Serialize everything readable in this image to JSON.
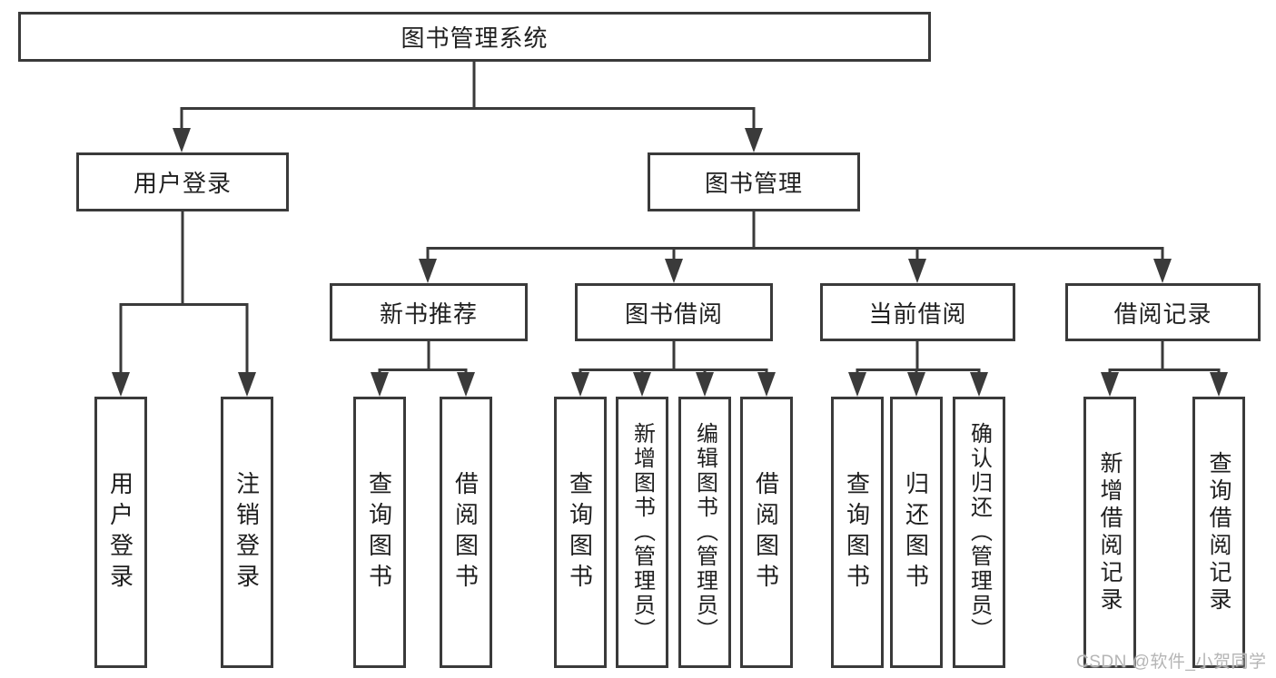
{
  "diagram": {
    "root": {
      "label": "图书管理系统"
    },
    "branches": [
      {
        "label": "用户登录",
        "children": [
          {
            "label": "用户登录"
          },
          {
            "label": "注销登录"
          }
        ]
      },
      {
        "label": "图书管理",
        "children": [
          {
            "label": "新书推荐",
            "children": [
              {
                "label": "查询图书"
              },
              {
                "label": "借阅图书"
              }
            ]
          },
          {
            "label": "图书借阅",
            "children": [
              {
                "label": "查询图书"
              },
              {
                "label": "新增图书（管理员）"
              },
              {
                "label": "编辑图书（管理员）"
              },
              {
                "label": "借阅图书"
              }
            ]
          },
          {
            "label": "当前借阅",
            "children": [
              {
                "label": "查询图书"
              },
              {
                "label": "归还图书"
              },
              {
                "label": "确认归还（管理员）"
              }
            ]
          },
          {
            "label": "借阅记录",
            "children": [
              {
                "label": "新增借阅记录"
              },
              {
                "label": "查询借阅记录"
              }
            ]
          }
        ]
      }
    ]
  },
  "watermark": {
    "text": "CSDN @软件_小贺同学"
  },
  "colors": {
    "line": "#3a3a3a",
    "text": "#1f1f1f",
    "watermark": "#b5b5b5",
    "background": "#ffffff"
  }
}
